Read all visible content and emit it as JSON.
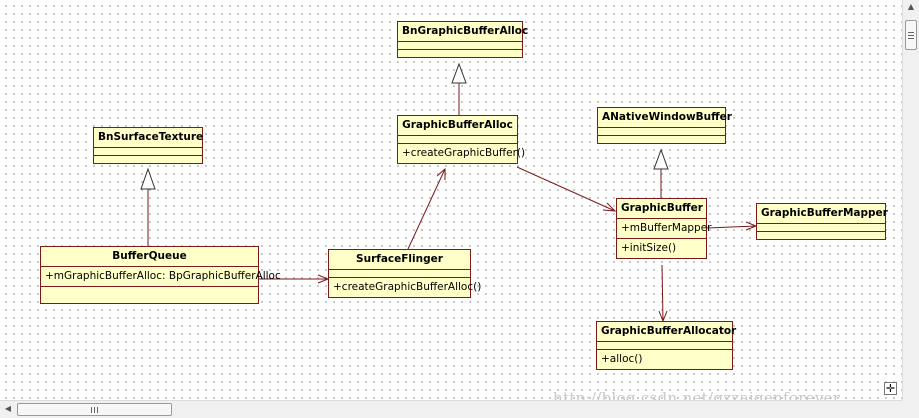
{
  "classes": {
    "bn_graphic_buffer_alloc": {
      "name": "BnGraphicBufferAlloc",
      "members": []
    },
    "graphic_buffer_alloc": {
      "name": "GraphicBufferAlloc",
      "members": [
        "+createGraphicBuffer()"
      ]
    },
    "bn_surface_texture": {
      "name": "BnSurfaceTexture",
      "members": []
    },
    "anative_window_buffer": {
      "name": "ANativeWindowBuffer",
      "members": []
    },
    "graphic_buffer": {
      "name": "GraphicBuffer",
      "members": [
        "+mBufferMapper",
        "+initSize()"
      ]
    },
    "graphic_buffer_mapper": {
      "name": "GraphicBufferMapper",
      "members": []
    },
    "buffer_queue": {
      "name": "BufferQueue",
      "members": [
        "+mGraphicBufferAlloc: BpGraphicBufferAlloc"
      ]
    },
    "surface_flinger": {
      "name": "SurfaceFlinger",
      "members": [
        "+createGraphicBufferAlloc()"
      ]
    },
    "graphic_buffer_allocator": {
      "name": "GraphicBufferAllocator",
      "members": [
        "+alloc()"
      ]
    }
  },
  "watermark": "http://blog.csdn.net/gzzaigenforever",
  "navigator_icon": "crosshair-icon",
  "colors": {
    "class_fill": "#ffffc8",
    "class_border": "#7a1a1a",
    "watermark": "#c8c8c8"
  }
}
